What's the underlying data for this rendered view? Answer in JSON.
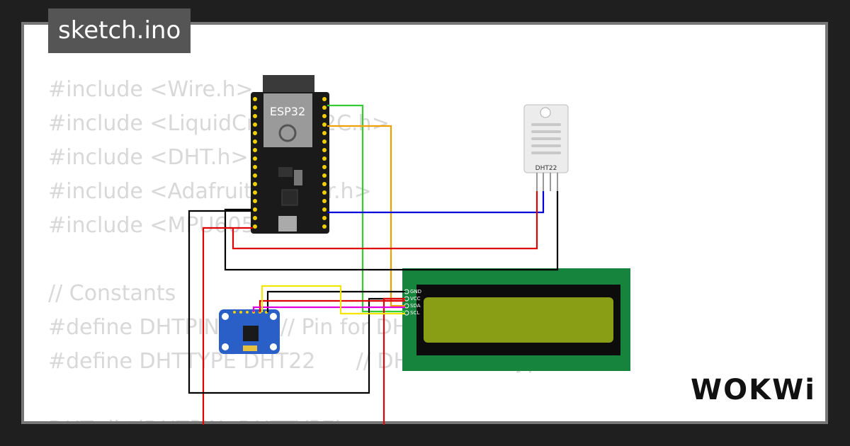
{
  "file": {
    "name": "sketch.ino"
  },
  "brand": {
    "name": "WOKWi"
  },
  "code_lines": [
    "#include <Wire.h>",
    "#include <LiquidCrystal_I2C.h>",
    "#include <DHT.h>",
    "#include <Adafruit_Sensor.h>",
    "#include <MPU6050.h>",
    "",
    "// Constants",
    "#define DHTPIN         // Pin for DHT sensor",
    "#define DHTTYPE DHT22      // DHT sensor type",
    "",
    "DHT dht(DHTPIN, DHTTYPE);"
  ],
  "components": {
    "esp32": {
      "label": "ESP32"
    },
    "dht22": {
      "label": "DHT22"
    },
    "lcd": {
      "pins": [
        "GND",
        "VCC",
        "SDA",
        "SCL"
      ]
    }
  },
  "colors": {
    "wire_red": "#e00000",
    "wire_black": "#000000",
    "wire_blue": "#0000dd",
    "wire_green": "#33cc33",
    "wire_orange": "#f0a000",
    "wire_yellow": "#f2e600",
    "wire_magenta": "#e000e0",
    "lcd_green": "#17843e",
    "lcd_screen": "#8a9e15",
    "mpu_blue": "#2b5fc8",
    "esp_board": "#1a1a1a"
  }
}
